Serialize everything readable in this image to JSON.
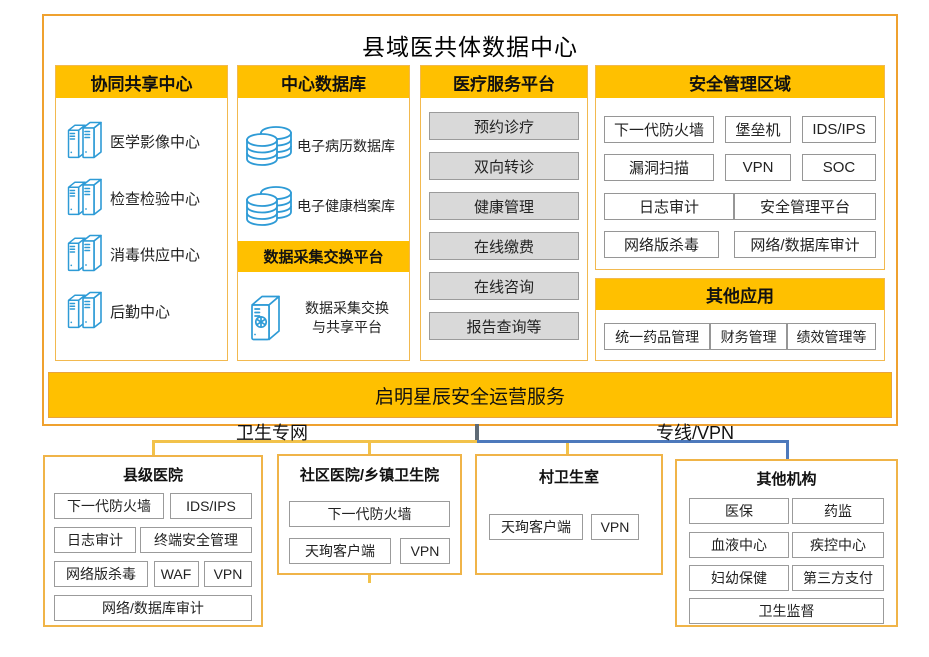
{
  "title": "县域医共体数据中心",
  "colors": {
    "amber_fill": "#FFC000",
    "orange_border": "#EFA12F",
    "icon_blue": "#2E9BD6",
    "line_yellow": "#F2C24A",
    "line_blue": "#4D79BC",
    "gray_button": "#D9D9D9"
  },
  "collab_center": {
    "header": "协同共享中心",
    "items": [
      "医学影像中心",
      "检查检验中心",
      "消毒供应中心",
      "后勤中心"
    ]
  },
  "central_db": {
    "header": "中心数据库",
    "items": [
      "电子病历数据库",
      "电子健康档案库"
    ],
    "exchange_header": "数据采集交换平台",
    "exchange_item": {
      "line1": "数据采集交换",
      "line2": "与共享平台"
    }
  },
  "service_platform": {
    "header": "医疗服务平台",
    "items": [
      "预约诊疗",
      "双向转诊",
      "健康管理",
      "在线缴费",
      "在线咨询",
      "报告查询等"
    ]
  },
  "security_zone": {
    "header": "安全管理区域",
    "rows": [
      [
        "下一代防火墙",
        "堡垒机",
        "IDS/IPS"
      ],
      [
        "漏洞扫描",
        "VPN",
        "SOC"
      ],
      [
        "日志审计",
        "安全管理平台"
      ],
      [
        "网络版杀毒",
        "网络/数据库审计"
      ]
    ]
  },
  "other_apps": {
    "header": "其他应用",
    "items": [
      "统一药品管理",
      "财务管理",
      "绩效管理等"
    ]
  },
  "ops_bar": {
    "label": "启明星辰安全运营服务"
  },
  "links": {
    "health_network": "卫生专网",
    "leased_vpn": "专线/VPN"
  },
  "bottom_orgs": [
    {
      "title": "县级医院",
      "rows": [
        [
          "下一代防火墙",
          "IDS/IPS"
        ],
        [
          "日志审计",
          "终端安全管理"
        ],
        [
          "网络版杀毒",
          "WAF",
          "VPN"
        ],
        [
          "网络/数据库审计"
        ]
      ]
    },
    {
      "title": "社区医院/乡镇卫生院",
      "rows": [
        [
          "下一代防火墙"
        ],
        [
          "天珣客户端",
          "VPN"
        ]
      ]
    },
    {
      "title": "村卫生室",
      "rows": [
        [
          "天珣客户端",
          "VPN"
        ]
      ]
    },
    {
      "title": "其他机构",
      "rows": [
        [
          "医保",
          "药监"
        ],
        [
          "血液中心",
          "疾控中心"
        ],
        [
          "妇幼保健",
          "第三方支付"
        ],
        [
          "卫生监督"
        ]
      ]
    }
  ],
  "icons": {
    "servers": "servers-icon",
    "database": "database-icon",
    "exchange_server": "exchange-server-icon"
  }
}
